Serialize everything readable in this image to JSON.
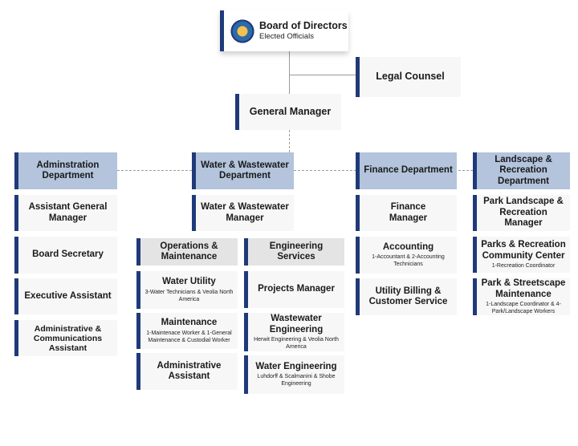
{
  "board": {
    "title": "Board of Directors",
    "subtitle": "Elected Officials"
  },
  "legal_counsel": "Legal Counsel",
  "general_manager": "General Manager",
  "departments": {
    "administration": {
      "header": "Adminstration Department",
      "roles": [
        "Assistant General Manager",
        "Board Secretary",
        "Executive Assistant",
        "Administrative & Communications Assistant"
      ]
    },
    "water": {
      "header": "Water & Wastewater Department",
      "manager": "Water & Wastewater Manager",
      "operations": {
        "header": "Operations & Maintenance",
        "units": [
          {
            "title": "Water Utility",
            "detail": "3-Water Technicians & Veolia North America"
          },
          {
            "title": "Maintenance",
            "detail": "1-Maintenace Worker & 1-General Maintenance & Custodial Worker"
          },
          {
            "title": "Administrative Assistant",
            "detail": ""
          }
        ]
      },
      "engineering": {
        "header": "Engineering Services",
        "units": [
          {
            "title": "Projects Manager",
            "detail": ""
          },
          {
            "title": "Wastewater Engineering",
            "detail": "Herwit Engineering & Veolia North America"
          },
          {
            "title": "Water Engineering",
            "detail": "Luhdorff & Scalmanini & Shobe Engineering"
          }
        ]
      }
    },
    "finance": {
      "header": "Finance Department",
      "roles": [
        {
          "title": "Finance Manager",
          "detail": ""
        },
        {
          "title": "Accounting",
          "detail": "1-Accountant & 2-Accounting Technicians"
        },
        {
          "title": "Utility Billing & Customer Service",
          "detail": ""
        }
      ]
    },
    "landscape": {
      "header": "Landscape & Recreation Department",
      "roles": [
        {
          "title": "Park Landscape & Recreation Manager",
          "detail": ""
        },
        {
          "title": "Parks & Recreation Community Center",
          "detail": "1-Recreation Coordinator"
        },
        {
          "title": "Park & Streetscape Maintenance",
          "detail": "1-Landscape Coordinator & 4-Park/Landscape Workers"
        }
      ]
    }
  }
}
